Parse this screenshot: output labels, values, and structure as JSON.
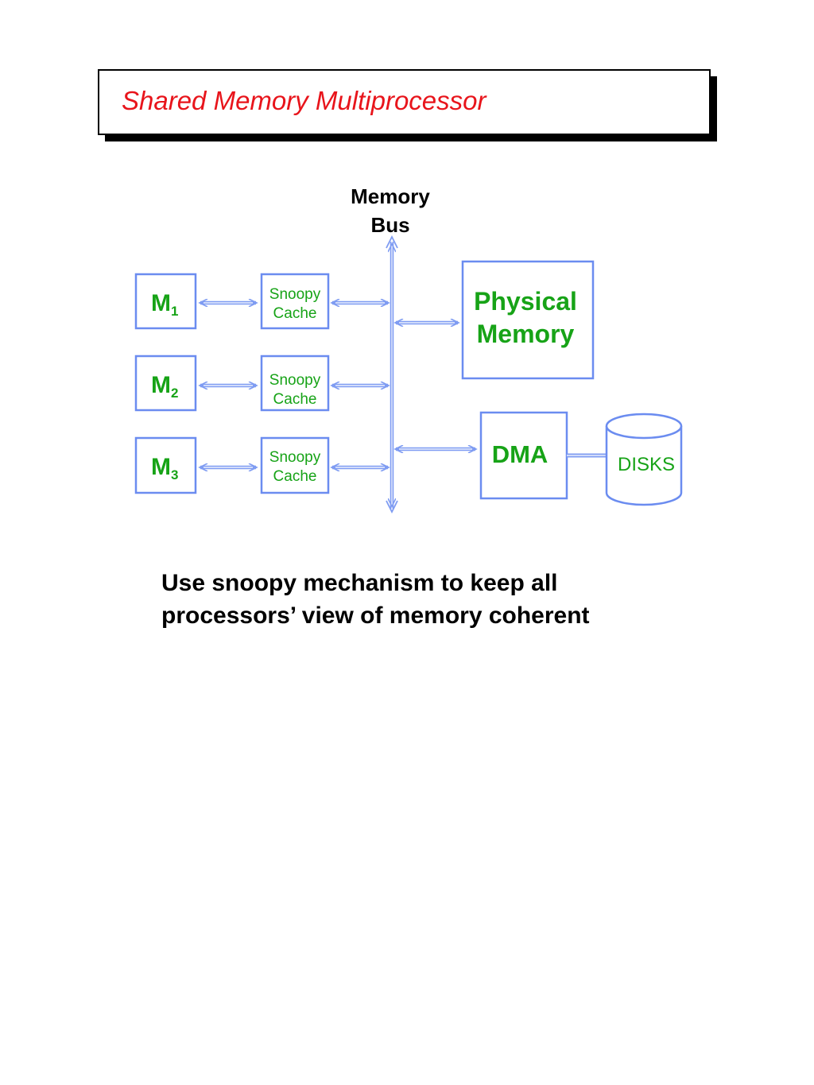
{
  "title": "Shared Memory Multiprocessor",
  "bus_label": {
    "line1": "Memory",
    "line2": "Bus"
  },
  "processors": [
    {
      "letter": "M",
      "index": "1"
    },
    {
      "letter": "M",
      "index": "2"
    },
    {
      "letter": "M",
      "index": "3"
    }
  ],
  "cache_label": {
    "line1": "Snoopy",
    "line2": "Cache"
  },
  "physical_memory": {
    "line1": "Physical",
    "line2": "Memory"
  },
  "dma_label": "DMA",
  "disks_label": "DISKS",
  "caption": {
    "line1": "Use snoopy mechanism to keep all",
    "line2": "processors’ view of memory coherent"
  },
  "colors": {
    "title": "#e8141b",
    "box_border": "#6b8cf0",
    "box_text": "#17a317",
    "arrow": "#7f9cf2"
  }
}
